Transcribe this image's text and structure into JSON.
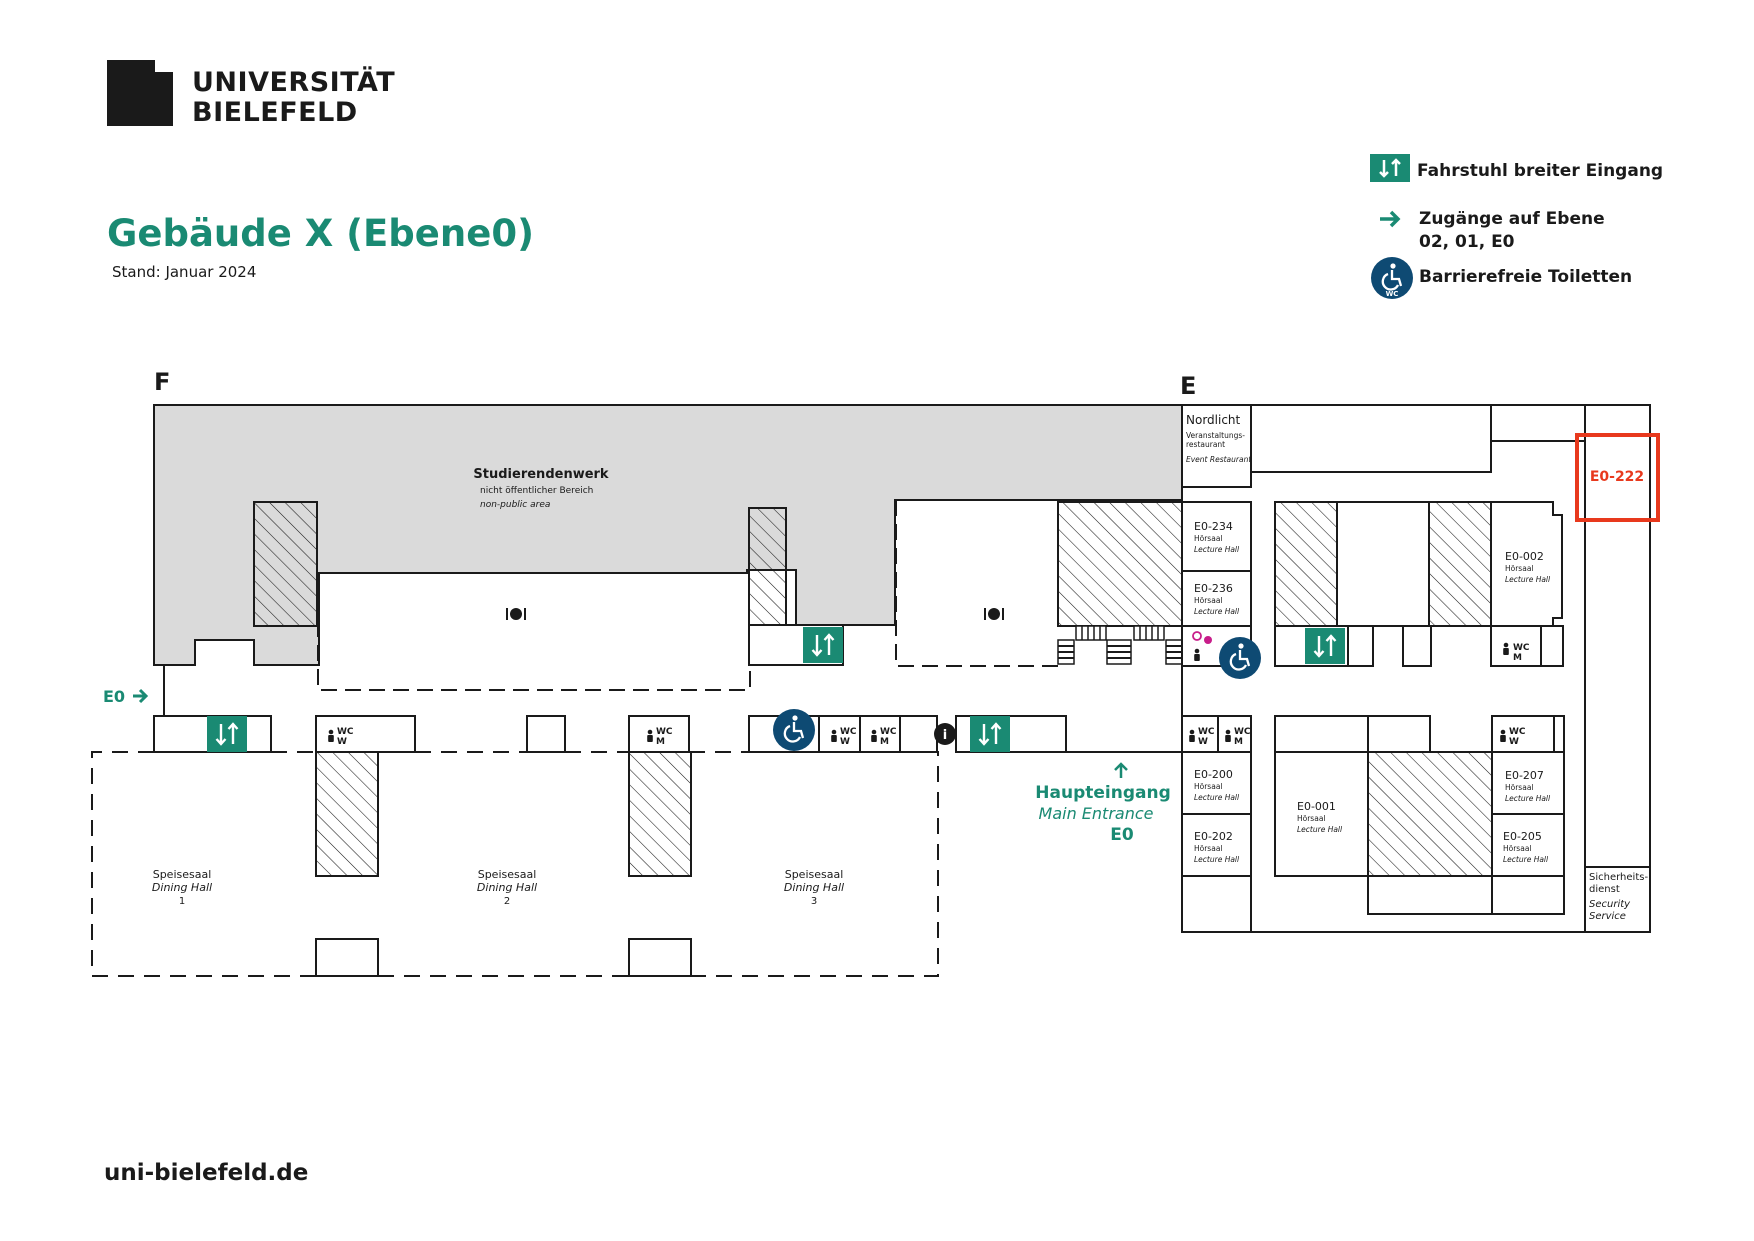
{
  "header": {
    "logo_line1": "UNIVERSITÄT",
    "logo_line2": "BIELEFELD",
    "title": "Gebäude X (Ebene0)",
    "stand": "Stand: Januar 2024"
  },
  "legend": {
    "elevator": "Fahrstuhl breiter Eingang",
    "access_line1": "Zugänge auf Ebene",
    "access_line2": "02, 01, E0",
    "accessible_wc": "Barrierefreie Toiletten"
  },
  "map": {
    "section_f": "F",
    "section_e": "E",
    "studierendenwerk": "Studierendenwerk",
    "nonpublic_de": "nicht öffentlicher Bereich",
    "nonpublic_en": "non-public area",
    "nordlicht": "Nordlicht",
    "nordlicht_de1": "Veranstaltungs-",
    "nordlicht_de2": "restaurant",
    "nordlicht_en": "Event Restaurant",
    "hoersaal": "Hörsaal",
    "lecture_hall": "Lecture Hall",
    "room_e0_234": "E0-234",
    "room_e0_236": "E0-236",
    "room_e0_002": "E0-002",
    "room_e0_200": "E0-200",
    "room_e0_202": "E0-202",
    "room_e0_001": "E0-001",
    "room_e0_207": "E0-207",
    "room_e0_205": "E0-205",
    "highlight_room": "E0-222",
    "security_de1": "Sicherheits-",
    "security_de2": "dienst",
    "security_en1": "Security",
    "security_en2": "Service",
    "entrance_e0": "E0",
    "main_entrance_de": "Haupteingang",
    "main_entrance_en": "Main Entrance",
    "main_entrance_level": "E0",
    "dining_de": "Speisesaal",
    "dining_en": "Dining Hall",
    "dining_1": "1",
    "dining_2": "2",
    "dining_3": "3",
    "wc": "WC",
    "wc_w": "W",
    "wc_m": "M",
    "info": "i"
  },
  "colors": {
    "green": "#1a8a73",
    "blue": "#0e4a73",
    "highlight": "#e8391d",
    "gray": "#dadada"
  },
  "footer": {
    "url": "uni-bielefeld.de"
  }
}
